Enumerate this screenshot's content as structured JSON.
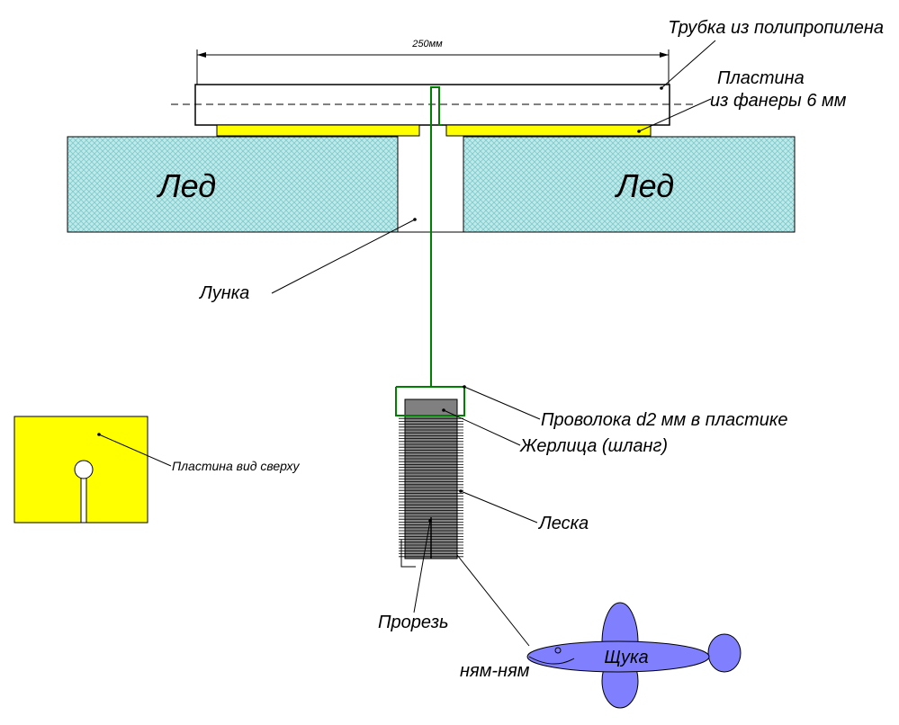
{
  "labels": {
    "dimension": "250мм",
    "tube": "Трубка из полипропилена",
    "plate_line1": "Пластина",
    "plate_line2": "из фанеры 6 мм",
    "ice_left": "Лед",
    "ice_right": "Лед",
    "hole": "Лунка",
    "plate_top_view": "Пластина вид сверху",
    "wire": "Проволока d2 мм в пластике",
    "zherlitsa": "Жерлица (шланг)",
    "line": "Леска",
    "slot": "Прорезь",
    "pike": "Щука",
    "nom": "ням-ням"
  },
  "colors": {
    "ice_fill": "#bfeaea",
    "ice_hatch": "#7fc9cc",
    "plate": "#ffff00",
    "wire": "#008000",
    "zherlitsa": "#808080",
    "pike": "#8080ff"
  }
}
